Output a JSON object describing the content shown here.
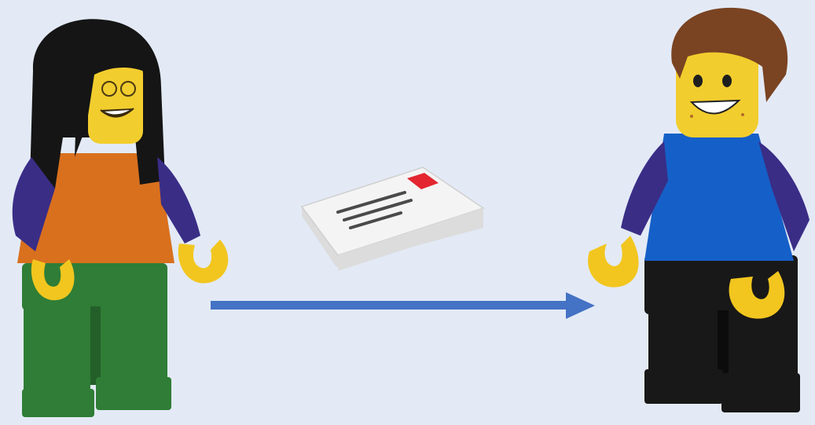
{
  "scene": {
    "background": "#E3EAF6",
    "sender": {
      "role": "sender",
      "hair": "#151515",
      "face": "#F2CD2E",
      "torso": "#D9701E",
      "arms": "#3A2D86",
      "hands": "#F2C61F",
      "legs": "#2F7D36"
    },
    "receiver": {
      "role": "receiver",
      "hair": "#7A4322",
      "face": "#F2CD2E",
      "torso": "#1560C8",
      "arms": "#3A2D86",
      "hands": "#F2C61F",
      "legs": "#181818"
    },
    "message": {
      "icon": "envelope-tile-icon",
      "tile_color": "#F4F4F4",
      "stamp_color": "#E32630",
      "line_color": "#4A4A4A"
    },
    "arrow": {
      "icon": "right-arrow-icon",
      "color": "#4472C4",
      "direction": "left-to-right"
    }
  }
}
